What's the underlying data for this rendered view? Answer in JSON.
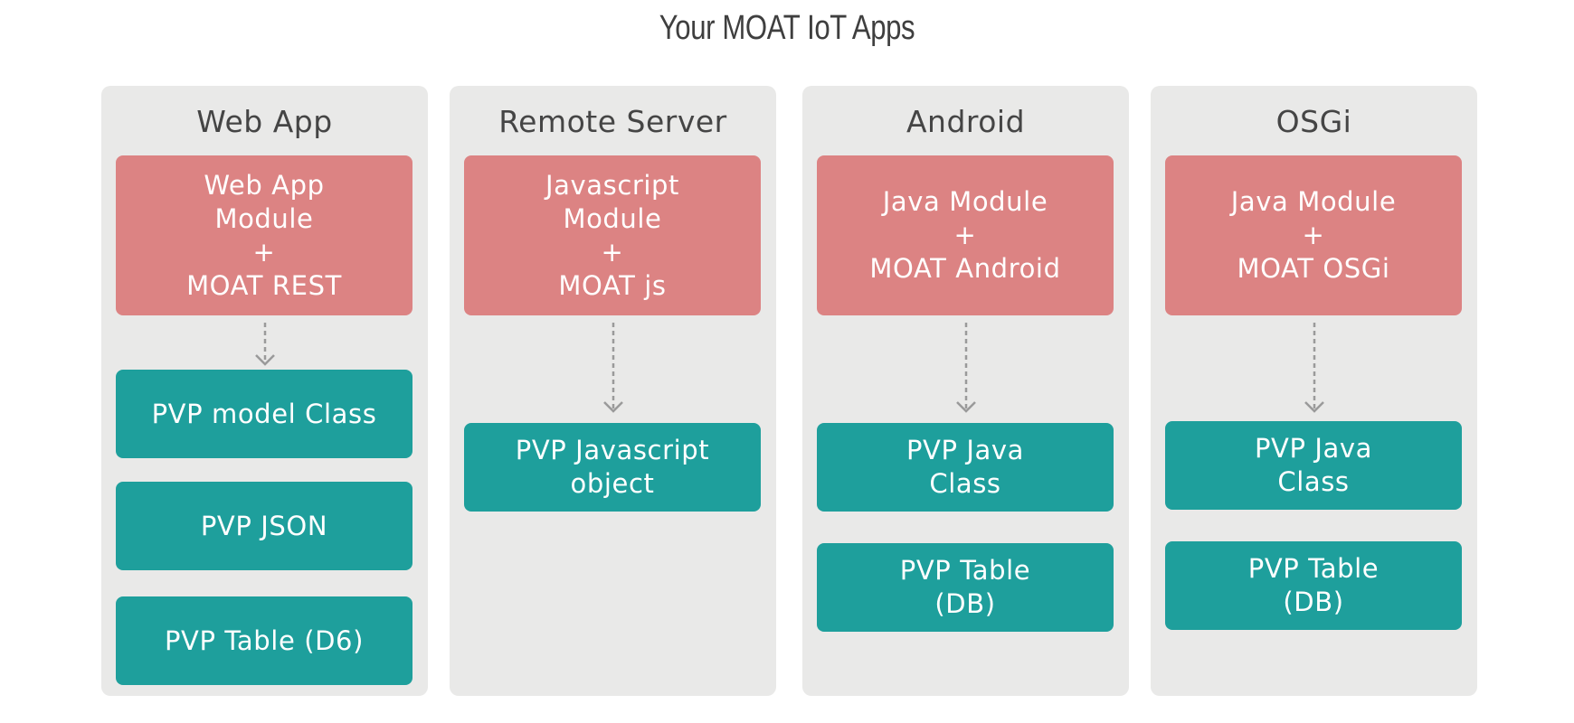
{
  "title": "Your MOAT IoT Apps",
  "colors": {
    "panel": "#e9e9e8",
    "module": "#dc8383",
    "data": "#1e9f9c",
    "arrow": "#9a9a9a"
  },
  "columns": [
    {
      "title": "Web App",
      "module": "Web App\nModule\n+\nMOAT REST",
      "items": [
        "PVP model Class",
        "PVP JSON",
        "PVP Table (D6)"
      ]
    },
    {
      "title": "Remote Server",
      "module": "Javascript\nModule\n+\nMOAT js",
      "items": [
        "PVP Javascript\nobject"
      ]
    },
    {
      "title": "Android",
      "module": "Java Module\n+\nMOAT Android",
      "items": [
        "PVP Java\nClass",
        "PVP Table\n(DB)"
      ]
    },
    {
      "title": "OSGi",
      "module": "Java Module\n+\nMOAT OSGi",
      "items": [
        "PVP Java\nClass",
        "PVP Table\n(DB)"
      ]
    }
  ]
}
